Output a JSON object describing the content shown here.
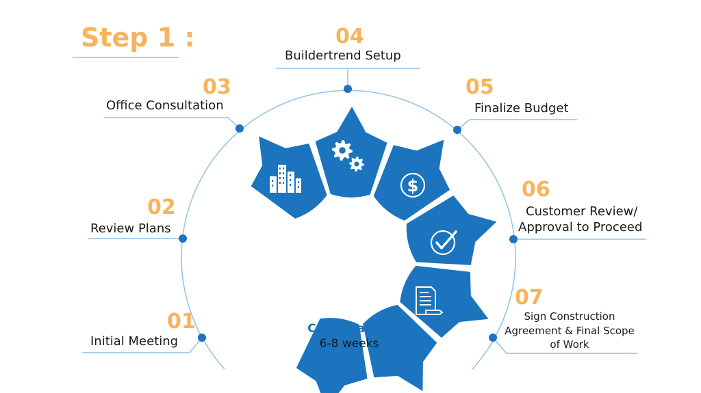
{
  "title": "Step 1 :",
  "center": {
    "title": "Consultation",
    "subtitle": "6-8 weeks"
  },
  "steps": [
    {
      "number": "01",
      "label": "Initial Meeting",
      "icon": "people-icon"
    },
    {
      "number": "02",
      "label": "Review Plans",
      "icon": "house-icon"
    },
    {
      "number": "03",
      "label": "Office Consultation",
      "icon": "buildings-icon"
    },
    {
      "number": "04",
      "label": "Buildertrend Setup",
      "icon": "gears-icon"
    },
    {
      "number": "05",
      "label": "Finalize Budget",
      "icon": "dollar-icon"
    },
    {
      "number": "06",
      "label_line1": "Customer Review/",
      "label_line2": "Approval to Proceed",
      "icon": "check-icon"
    },
    {
      "number": "07",
      "label_line1": "Sign Construction",
      "label_line2": "Agreement & Final Scope",
      "label_line3": "of Work",
      "icon": "document-icon"
    }
  ],
  "colors": {
    "accent": "#f9b35c",
    "segment": "#1b74bd",
    "line": "#8fc3e3",
    "dot": "#1b74bd"
  }
}
